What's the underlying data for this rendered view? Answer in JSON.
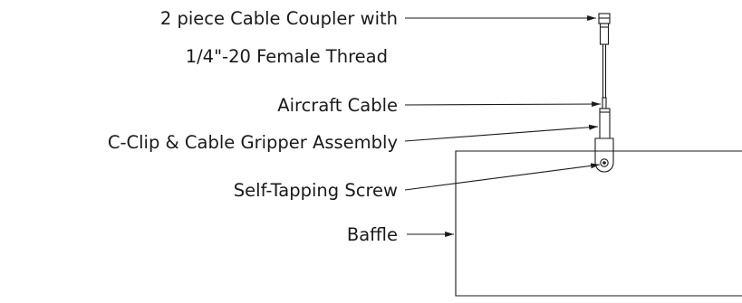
{
  "labels": {
    "coupler_line1": "2 piece Cable Coupler with",
    "coupler_line2": "1/4\"-20 Female Thread",
    "aircraft_cable": "Aircraft Cable",
    "c_clip": "C-Clip & Cable Gripper Assembly",
    "screw": "Self-Tapping Screw",
    "baffle": "Baffle"
  }
}
